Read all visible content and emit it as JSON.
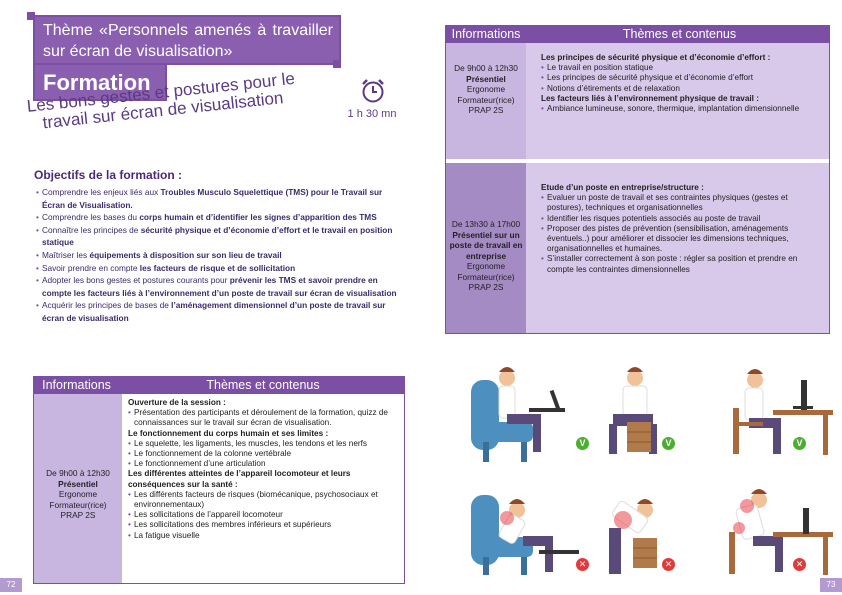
{
  "left": {
    "theme": "Thème «Personnels amenés à travailler sur écran de visualisation»",
    "formation_label": "Formation",
    "duration": "1 h 30 mn",
    "subtitle_line1": "Les bons gestes et postures pour le",
    "subtitle_line2": "travail sur écran de visualisation",
    "objectives_title": "Objectifs de la formation :",
    "objectives": [
      {
        "pre": "Comprendre les enjeux liés aux ",
        "bold": "Troubles Musculo Squelettique (TMS) pour le Travail sur Écran de Visualisation.",
        "post": ""
      },
      {
        "pre": "Comprendre les bases du ",
        "bold": "corps humain et d’identifier les signes d’apparition des TMS",
        "post": ""
      },
      {
        "pre": "Connaître les principes de ",
        "bold": "sécurité physique et d’économie d’effort et le travail en position statique",
        "post": ""
      },
      {
        "pre": "Maîtriser les ",
        "bold": "équipements à disposition sur son lieu de travail",
        "post": ""
      },
      {
        "pre": "Savoir prendre en compte ",
        "bold": "les facteurs de risque et de sollicitation",
        "post": ""
      },
      {
        "pre": "Adopter les bons gestes et postures courants pour ",
        "bold": "prévenir les TMS et savoir prendre en compte les facteurs liés à l’environnement d’un poste de travail sur écran de visualisation",
        "post": ""
      },
      {
        "pre": "Acquérir les principes de bases de ",
        "bold": "l’aménagement dimensionnel d’un poste de travail sur écran de visualisation",
        "post": ""
      }
    ],
    "table": {
      "h1": "Informations",
      "h2": "Thèmes et contenus",
      "info": [
        "De 9h00 à 12h30",
        "Présentiel",
        "Ergonome",
        "Formateur(rice)",
        "PRAP 2S"
      ],
      "content": [
        {
          "t": "sec",
          "v": "Ouverture de la session :"
        },
        {
          "t": "it",
          "v": "Présentation des participants et déroulement de la formation, quizz de connaissances sur le travail sur écran de visualisation."
        },
        {
          "t": "sec",
          "v": "Le fonctionnement du corps humain et ses limites :"
        },
        {
          "t": "it",
          "v": "Le squelette, les ligaments, les muscles, les tendons et les nerfs"
        },
        {
          "t": "it",
          "v": "Le fonctionnement de la colonne vertébrale"
        },
        {
          "t": "it",
          "v": "Le fonctionnement d’une articulation"
        },
        {
          "t": "sec",
          "v": "Les différentes atteintes de l’appareil locomoteur et leurs conséquences sur la santé :"
        },
        {
          "t": "it",
          "v": "Les différents facteurs de risques (biomécanique, psychosociaux et environnementaux)"
        },
        {
          "t": "it",
          "v": "Les sollicitations de l’appareil locomoteur"
        },
        {
          "t": "it",
          "v": "Les sollicitations des membres inférieurs et supérieurs"
        },
        {
          "t": "it",
          "v": "La fatigue visuelle"
        }
      ]
    },
    "page_number": "72"
  },
  "right": {
    "table": {
      "h1": "Informations",
      "h2": "Thèmes et contenus",
      "row1_info": [
        "De 9h00 à 12h30",
        "Présentiel",
        "Ergonome",
        "Formateur(rice)",
        "PRAP 2S"
      ],
      "row1_content": [
        {
          "t": "sec",
          "v": "Les principes de sécurité physique et d’économie d’effort :"
        },
        {
          "t": "it",
          "v": "Le travail en position statique"
        },
        {
          "t": "it",
          "v": "Les principes de sécurité physique et d’économie d’effort"
        },
        {
          "t": "it",
          "v": "Notions d’étirements et de relaxation"
        },
        {
          "t": "sec",
          "v": "Les facteurs liés à l’environnement physique de travail :"
        },
        {
          "t": "it",
          "v": "Ambiance lumineuse, sonore, thermique, implantation dimensionnelle"
        }
      ],
      "row2_info": [
        "De 13h30 à 17h00",
        "Présentiel sur un poste de travail en entreprise",
        "Ergonome",
        "Formateur(rice)",
        "PRAP 2S"
      ],
      "row2_content": [
        {
          "t": "sec",
          "v": "Etude d’un poste en entreprise/structure :"
        },
        {
          "t": "it",
          "v": "Evaluer un poste de travail et ses contraintes physiques (gestes et postures), techniques et organisationnelles"
        },
        {
          "t": "it",
          "v": "Identifier les risques potentiels associés au poste de travail"
        },
        {
          "t": "it",
          "v": "Proposer des pistes de prévention (sensibilisation, aménagements éventuels..) pour améliorer et dissocier les dimensions techniques, organisationnelles et humaines."
        },
        {
          "t": "it",
          "v": "S’installer correctement à son poste : régler sa position et prendre en compte les contraintes dimensionnelles"
        }
      ]
    },
    "check_ok": "V",
    "check_bad": "✕",
    "page_number": "73",
    "colors": {
      "accent": "#7b4fa3",
      "info_bg": "#c9b6e0",
      "ok": "#4cae2e",
      "bad": "#e23a3a"
    }
  }
}
